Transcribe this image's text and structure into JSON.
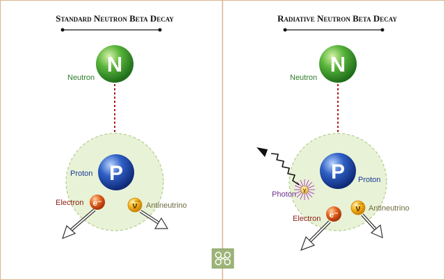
{
  "colors": {
    "panel_border": "#d9b48f",
    "cloud_fill": "#e8f2d6",
    "cloud_stroke": "#b7cf97",
    "neutron_green": "#3e9b2f",
    "proton_blue": "#1e3f9a",
    "electron_orange": "#d9541a",
    "antineutrino_yellow": "#f2b21c",
    "photon_purple": "#b050c0",
    "decay_arrow_red": "#b01818",
    "label_green": "#2f7d2a",
    "label_blue": "#1a3a95",
    "label_brown": "#8a1e12",
    "label_olive": "#6f6a40",
    "label_purple": "#6b2f8a",
    "badge_green": "#9db477"
  },
  "panels": [
    {
      "title": "Standard Neutron Beta Decay",
      "neutron": {
        "symbol": "N",
        "label": "Neutron"
      },
      "proton": {
        "symbol": "P",
        "label": "Proton"
      },
      "electron": {
        "symbol": "e⁻",
        "label": "Electron"
      },
      "antineutrino": {
        "symbol": "ν̅",
        "label": "Antineutrino"
      }
    },
    {
      "title": "Radiative Neutron Beta Decay",
      "neutron": {
        "symbol": "N",
        "label": "Neutron"
      },
      "proton": {
        "symbol": "P",
        "label": "Proton"
      },
      "electron": {
        "symbol": "e⁻",
        "label": "Electron"
      },
      "antineutrino": {
        "symbol": "ν̅",
        "label": "Antineutrino"
      },
      "photon": {
        "symbol": "γ",
        "label": "Photon"
      }
    }
  ],
  "badge": {
    "icon": "knot-ornament-icon"
  }
}
